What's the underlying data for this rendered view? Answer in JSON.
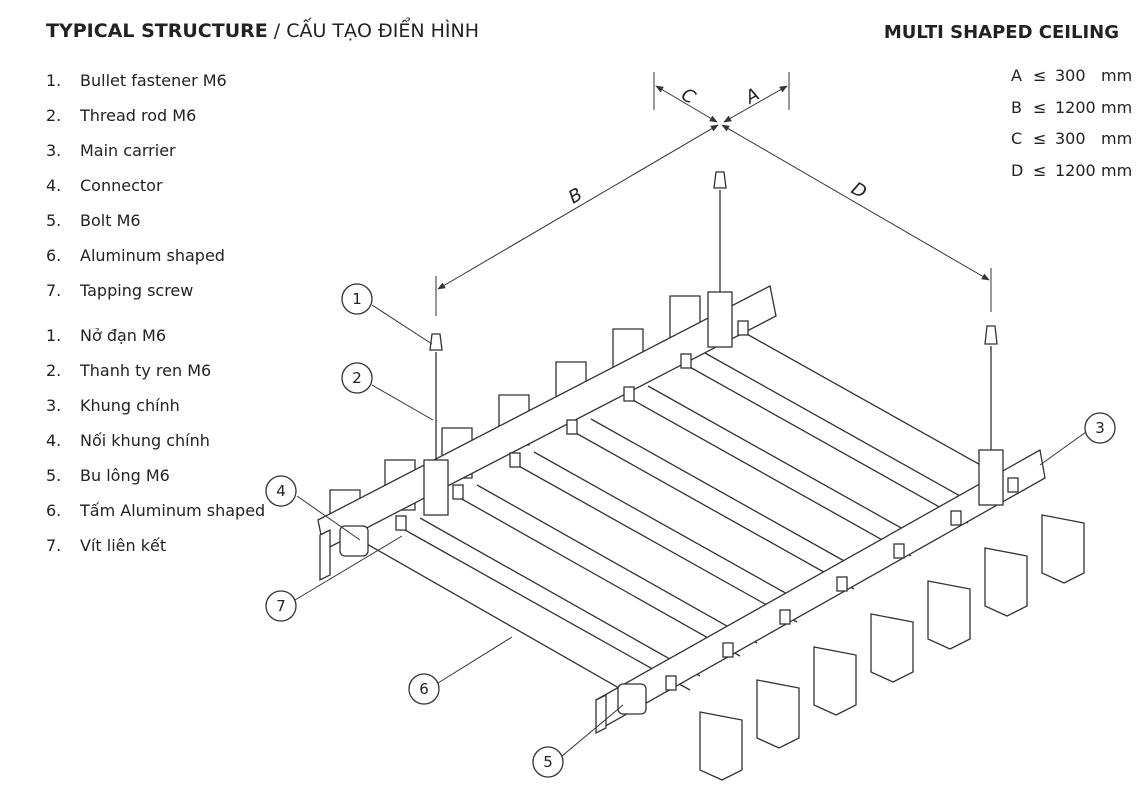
{
  "header": {
    "title_bold": "TYPICAL STRUCTURE",
    "title_rest": " / CẤU TẠO ĐIỂN HÌNH",
    "product": "MULTI SHAPED CEILING"
  },
  "parts_en": [
    {
      "num": "1.",
      "label": "Bullet fastener M6"
    },
    {
      "num": "2.",
      "label": "Thread rod M6"
    },
    {
      "num": "3.",
      "label": "Main carrier"
    },
    {
      "num": "4.",
      "label": "Connector"
    },
    {
      "num": "5.",
      "label": "Bolt M6"
    },
    {
      "num": "6.",
      "label": "Aluminum shaped"
    },
    {
      "num": "7.",
      "label": "Tapping screw"
    }
  ],
  "parts_vi": [
    {
      "num": "1.",
      "label": "Nở đạn M6"
    },
    {
      "num": "2.",
      "label": "Thanh ty ren M6"
    },
    {
      "num": "3.",
      "label": "Khung chính"
    },
    {
      "num": "4.",
      "label": "Nối khung chính"
    },
    {
      "num": "5.",
      "label": "Bu lông M6"
    },
    {
      "num": "6.",
      "label": "Tấm Aluminum shaped"
    },
    {
      "num": "7.",
      "label": "Vít liên kết"
    }
  ],
  "dimensions": [
    {
      "name": "A",
      "op": "≤",
      "value": "300",
      "unit": "mm"
    },
    {
      "name": "B",
      "op": "≤",
      "value": "1200",
      "unit": "mm"
    },
    {
      "name": "C",
      "op": "≤",
      "value": "300",
      "unit": "mm"
    },
    {
      "name": "D",
      "op": "≤",
      "value": "1200",
      "unit": "mm"
    }
  ],
  "dimension_labels": {
    "a": "A",
    "b": "B",
    "c": "C",
    "d": "D"
  },
  "callouts": [
    "1",
    "2",
    "3",
    "4",
    "5",
    "6",
    "7"
  ]
}
